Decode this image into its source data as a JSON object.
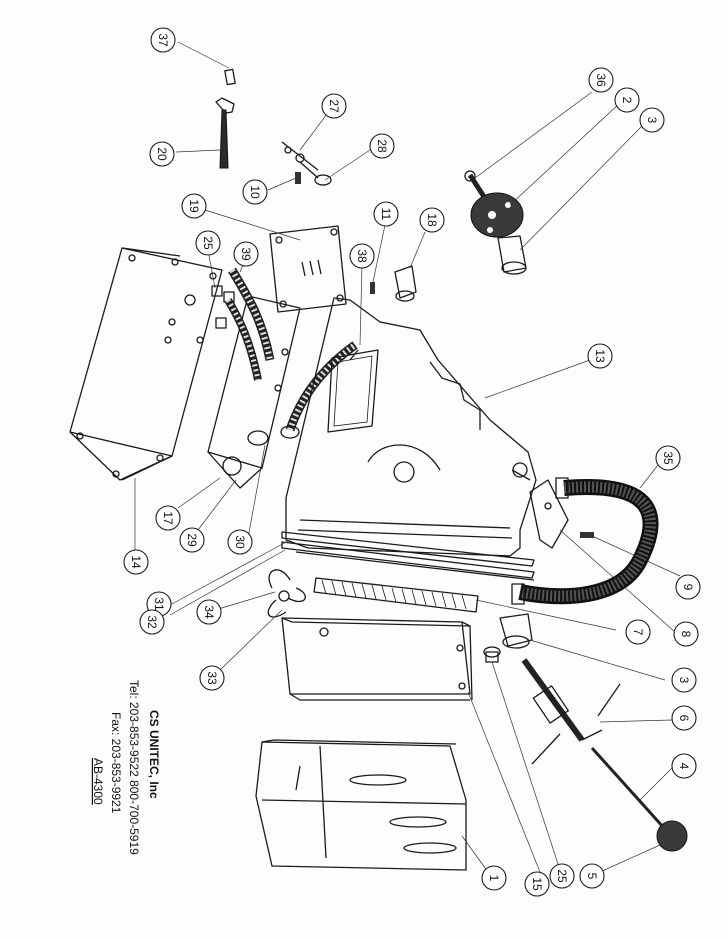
{
  "company": {
    "name": "CS UNITEC, Inc",
    "phone": "Tel: 203-853-9522 800-700-5919",
    "fax": "Fax: 203-853-9921",
    "model": "AB-4300"
  },
  "callouts": [
    {
      "id": "c37",
      "label": "37"
    },
    {
      "id": "c20",
      "label": "20"
    },
    {
      "id": "c27",
      "label": "27"
    },
    {
      "id": "c28",
      "label": "28"
    },
    {
      "id": "c10",
      "label": "10"
    },
    {
      "id": "c36",
      "label": "36"
    },
    {
      "id": "c2",
      "label": "2"
    },
    {
      "id": "c3a",
      "label": "3"
    },
    {
      "id": "c19",
      "label": "19"
    },
    {
      "id": "c11",
      "label": "11"
    },
    {
      "id": "c18",
      "label": "18"
    },
    {
      "id": "c25a",
      "label": "25"
    },
    {
      "id": "c39",
      "label": "39"
    },
    {
      "id": "c38",
      "label": "38"
    },
    {
      "id": "c13",
      "label": "13"
    },
    {
      "id": "c35",
      "label": "35"
    },
    {
      "id": "c9",
      "label": "9"
    },
    {
      "id": "c17",
      "label": "17"
    },
    {
      "id": "c29",
      "label": "29"
    },
    {
      "id": "c30",
      "label": "30"
    },
    {
      "id": "c14",
      "label": "14"
    },
    {
      "id": "c31",
      "label": "31"
    },
    {
      "id": "c32",
      "label": "32"
    },
    {
      "id": "c34",
      "label": "34"
    },
    {
      "id": "c33",
      "label": "33"
    },
    {
      "id": "c7",
      "label": "7"
    },
    {
      "id": "c8",
      "label": "8"
    },
    {
      "id": "c3b",
      "label": "3"
    },
    {
      "id": "c6",
      "label": "6"
    },
    {
      "id": "c4",
      "label": "4"
    },
    {
      "id": "c5",
      "label": "5"
    },
    {
      "id": "c25b",
      "label": "25"
    },
    {
      "id": "c15",
      "label": "15"
    },
    {
      "id": "c1",
      "label": "1"
    }
  ]
}
